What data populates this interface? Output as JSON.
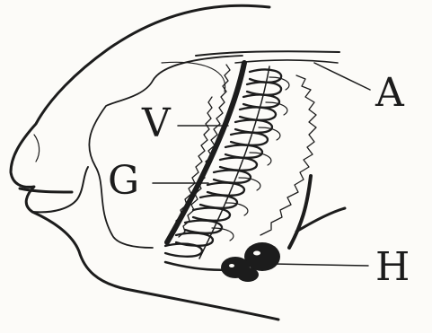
{
  "figure": {
    "labels": {
      "v": "V",
      "g": "G",
      "a": "A",
      "h": "H"
    },
    "colors": {
      "paper": "#fcfbf8",
      "ink": "#1c1c1c"
    }
  }
}
